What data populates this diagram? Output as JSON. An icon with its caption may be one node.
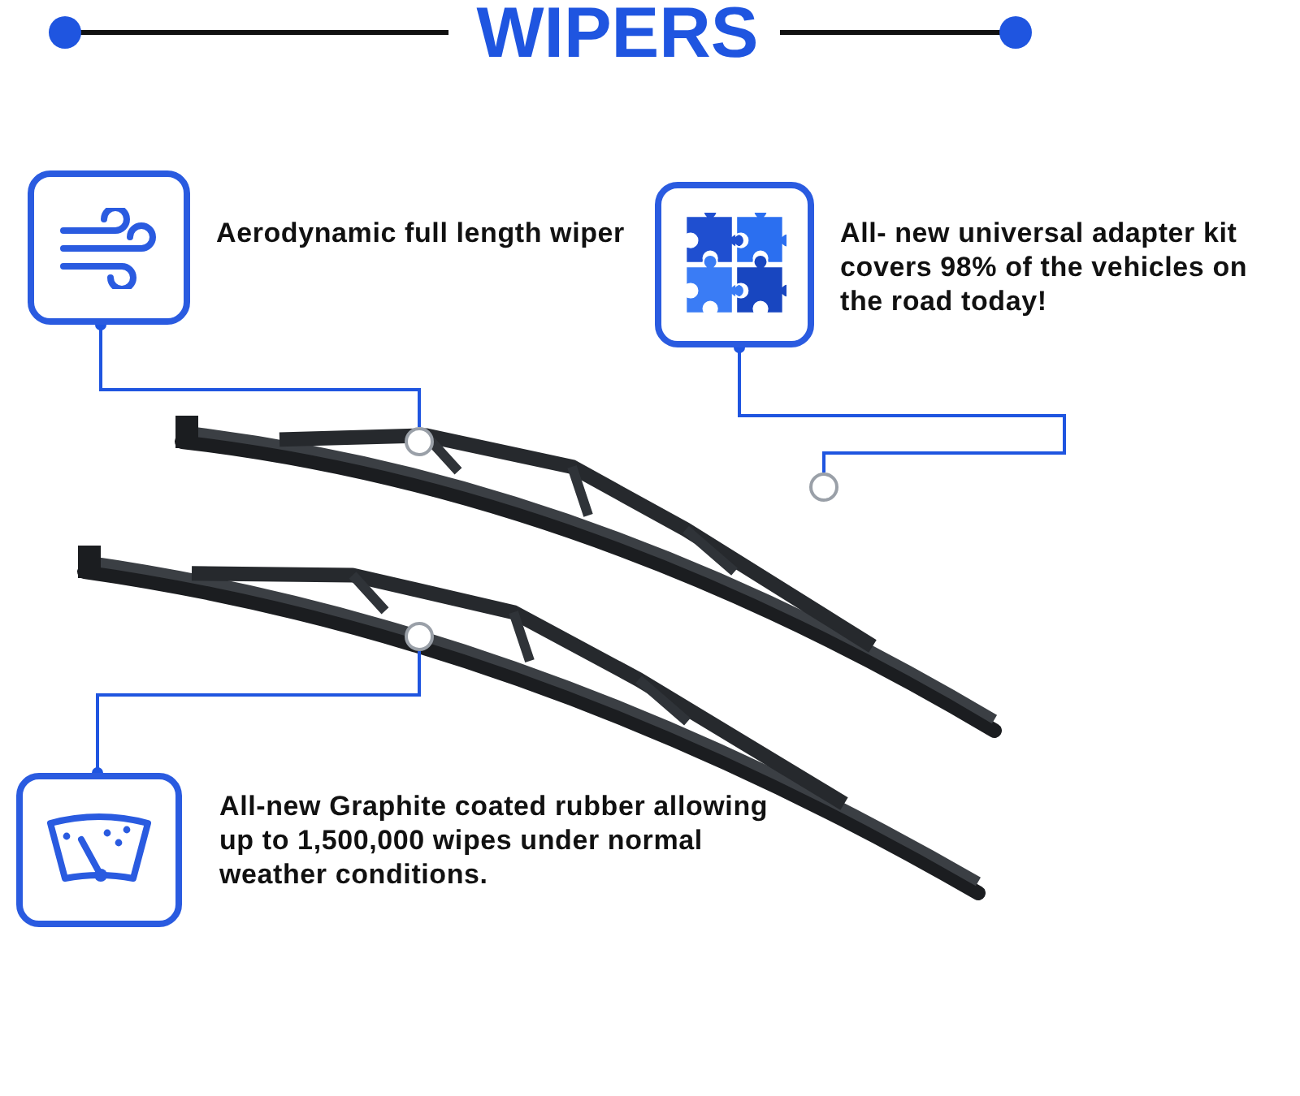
{
  "diagram": {
    "title": "WIPERS",
    "nodes": [
      {
        "text": [],
        "shape": "picture",
        "beside": [
          "Aerodynamic full length wiper"
        ]
      },
      {
        "text": [],
        "shape": "picture",
        "beside": [
          "All- new universal adapter kit covers 98% of the vehicles on the road today!"
        ]
      },
      {
        "text": [],
        "shape": "circle"
      },
      {
        "text": [],
        "shape": "circle"
      },
      {
        "text": [],
        "shape": "circle"
      },
      {
        "text": [],
        "shape": "picture",
        "beside": [
          "All-new Graphite coated rubber allowing up to 1,500,000 wipes under normal weather conditions."
        ]
      }
    ],
    "edges": [
      {
        "from": 0,
        "to": 2,
        "arrow": "other"
      },
      {
        "from": 1,
        "to": 3,
        "arrow": "other"
      },
      {
        "from": 5,
        "to": 4,
        "arrow": "other"
      }
    ]
  }
}
